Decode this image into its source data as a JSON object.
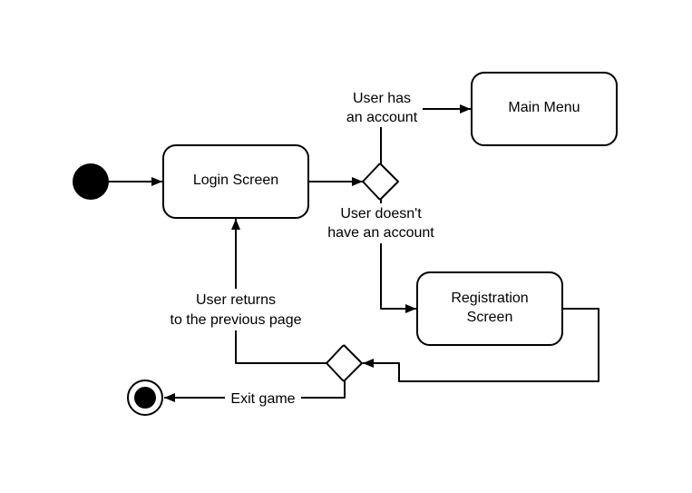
{
  "diagram": {
    "type": "uml-activity",
    "colors": {
      "stroke": "#000000",
      "fill": "#ffffff"
    },
    "nodes": {
      "start": {
        "kind": "initial-node"
      },
      "login": {
        "kind": "action",
        "label": "Login Screen"
      },
      "decision_account": {
        "kind": "decision"
      },
      "main_menu": {
        "kind": "action",
        "label": "Main Menu"
      },
      "registration": {
        "kind": "action",
        "label_line1": "Registration",
        "label_line2": "Screen"
      },
      "decision_return": {
        "kind": "decision"
      },
      "end": {
        "kind": "final-node"
      }
    },
    "edges": {
      "has_account": {
        "from": "decision_account",
        "to": "main_menu",
        "label_line1": "User has",
        "label_line2": "an account"
      },
      "no_account": {
        "from": "decision_account",
        "to": "registration",
        "label_line1": "User doesn't",
        "label_line2": "have an account"
      },
      "returns": {
        "from": "decision_return",
        "to": "login",
        "label_line1": "User returns",
        "label_line2": "to the previous page"
      },
      "exit": {
        "from": "decision_return",
        "to": "end",
        "label": "Exit game"
      }
    }
  }
}
